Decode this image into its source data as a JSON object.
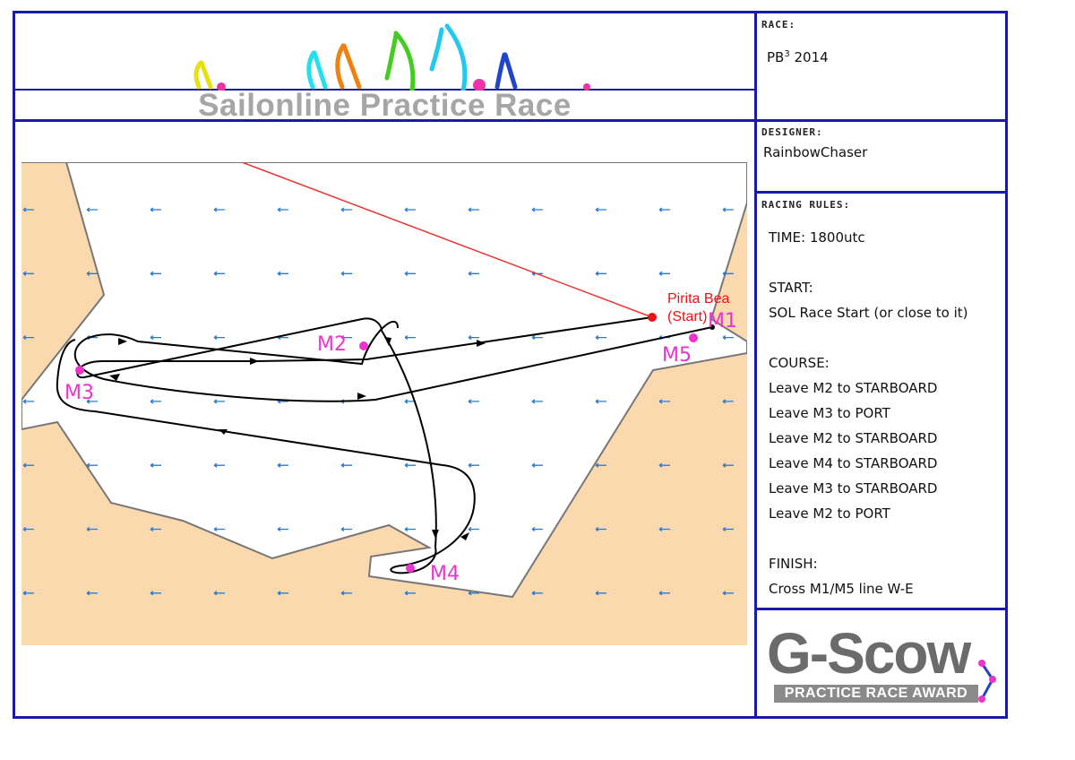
{
  "header": {
    "title": "Sailonline Practice Race"
  },
  "race": {
    "label": "RACE:",
    "name_prefix": "PB",
    "name_sup": "3",
    "name_suffix": " 2014"
  },
  "designer": {
    "label": "DESIGNER:",
    "name": "RainbowChaser"
  },
  "rules": {
    "label": "RACING RULES:",
    "lines": [
      "TIME: 1800utc",
      "",
      "START:",
      "SOL Race Start (or close to it)",
      "",
      "COURSE:",
      "Leave M2 to STARBOARD",
      "Leave M3 to PORT",
      "Leave M2 to STARBOARD",
      "Leave M4 to STARBOARD",
      "Leave M3 to STARBOARD",
      "Leave M2 to PORT",
      "",
      "FINISH:",
      "Cross M1/M5 line W-E"
    ]
  },
  "map": {
    "start_label_1": "Pirita Bea",
    "start_label_2": "(Start)",
    "marks": [
      "M1",
      "M2",
      "M3",
      "M4",
      "M5"
    ],
    "colors": {
      "land": "#fad9ae",
      "water": "#ffffff",
      "mark": "#ee33cc",
      "start": "#ee1111",
      "route": "#000000",
      "wind": "#2a7ad6"
    }
  },
  "logo": {
    "title": "G-Scow",
    "subtitle": "PRACTICE RACE AWARD"
  }
}
